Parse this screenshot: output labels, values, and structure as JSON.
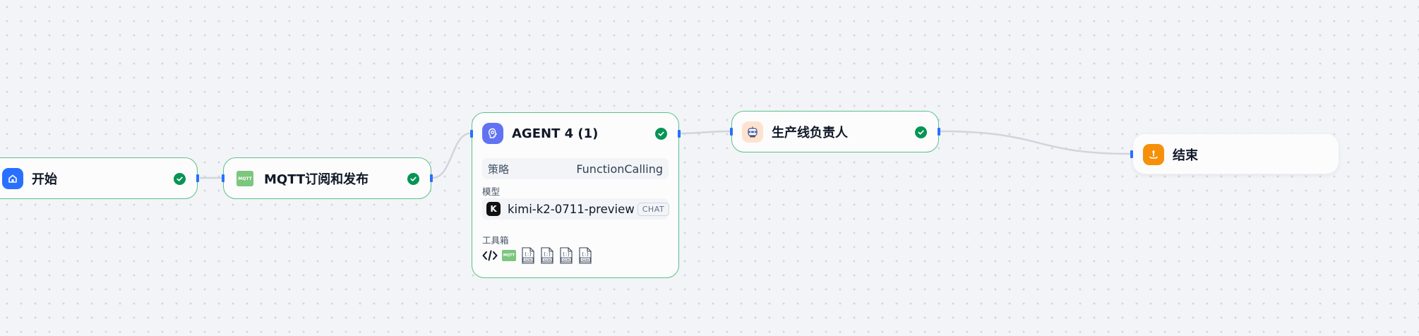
{
  "nodes": {
    "start": {
      "title": "开始",
      "status": "success"
    },
    "mqtt": {
      "title": "MQTT订阅和发布",
      "icon_label": "MQTT",
      "status": "success"
    },
    "agent": {
      "title": "AGENT 4 (1)",
      "status": "success",
      "strategy_label": "策略",
      "strategy_value": "FunctionCalling",
      "model_label": "模型",
      "model_logo": "K",
      "model_name": "kimi-k2-0711-preview",
      "model_badge": "CHAT",
      "tools_label": "工具箱",
      "tools": [
        {
          "name": "code-icon"
        },
        {
          "name": "mqtt-icon",
          "label": "MQTT"
        },
        {
          "name": "json-file-icon",
          "label": "JSON"
        },
        {
          "name": "json-file-icon",
          "label": "JSON"
        },
        {
          "name": "json-file-icon",
          "label": "JSON"
        },
        {
          "name": "json-file-icon",
          "label": "JSON"
        }
      ]
    },
    "owner": {
      "title": "生产线负责人",
      "status": "success"
    },
    "end": {
      "title": "结束"
    }
  },
  "colors": {
    "success_border": "#5bc18a",
    "success_check": "#079455",
    "port": "#2970ff",
    "start_icon": "#2970ff",
    "mqtt_icon": "#7cc67e",
    "agent_icon": "#6172f3",
    "owner_icon": "#fde3cf",
    "end_icon": "#f79009",
    "edge": "#d0d5dd"
  }
}
